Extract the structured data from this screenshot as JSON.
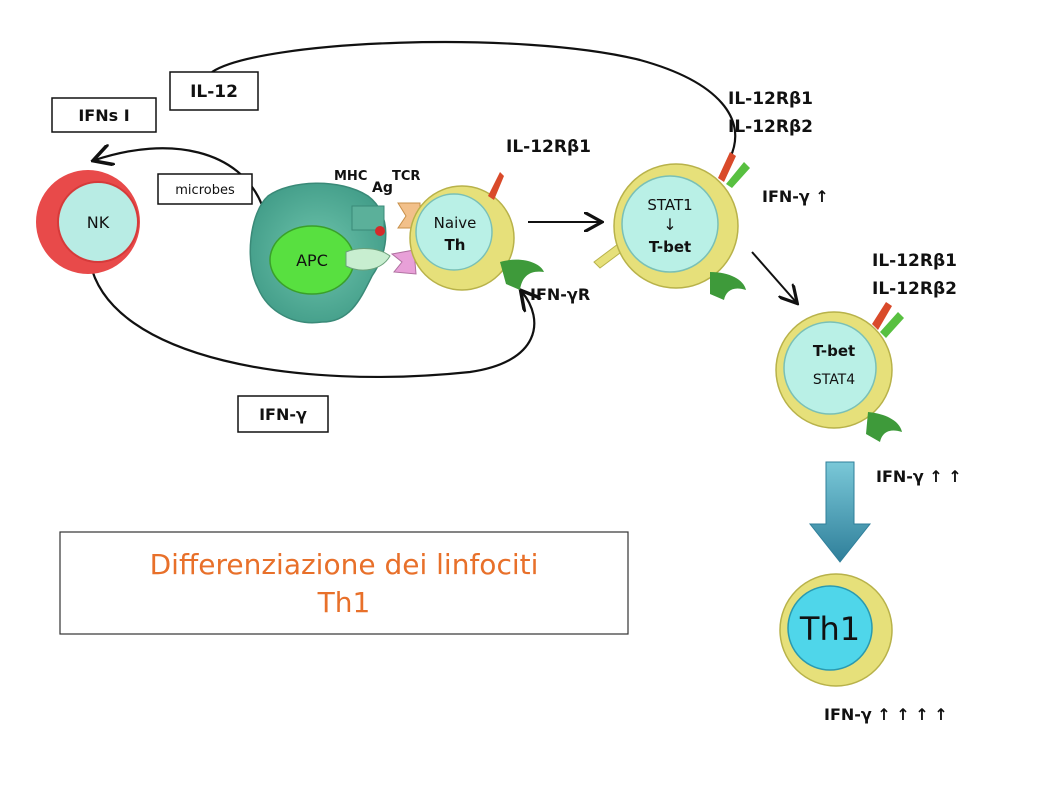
{
  "labels": {
    "il12_box": "IL-12",
    "ifns_box": "IFNs I",
    "microbes_box": "microbes",
    "ifng_box": "IFN-γ",
    "nk": "NK",
    "apc": "APC",
    "mhc": "MHC",
    "ag": "Ag",
    "tcr": "TCR",
    "naive_line1": "Naive",
    "naive_line2": "Th",
    "il12rb1_naive": "IL-12Rβ1",
    "ifngr": "IFN-γR",
    "stat1": "STAT1",
    "stat1_arrow": "↓",
    "tbet_1": "T-bet",
    "il12rb1_c2": "IL-12Rβ1",
    "il12rb2_c2": "IL-12Rβ2",
    "ifng_up1": "IFN-γ ↑",
    "il12rb1_c3": "IL-12Rβ1",
    "il12rb2_c3": "IL-12Rβ2",
    "tbet_2": "T-bet",
    "stat4": "STAT4",
    "ifng_up2": "IFN-γ ↑ ↑",
    "th1": "Th1",
    "ifng_up4": "IFN-γ ↑ ↑ ↑ ↑"
  },
  "title": {
    "line1": "Differenziazione dei linfociti",
    "line2": "Th1"
  },
  "colors": {
    "nk_outer": "#e84a4a",
    "nk_inner": "#b8ece4",
    "apc_body": "#5bb09a",
    "apc_nucleus": "#58e040",
    "cell_ring": "#e6e07a",
    "cell_core": "#b9f0e6",
    "th1_core": "#4fd6ea",
    "receptor_red": "#d94a2a",
    "receptor_green": "#3e9a3a",
    "title_orange": "#e8702a",
    "big_arrow": "#3a8fa8"
  }
}
